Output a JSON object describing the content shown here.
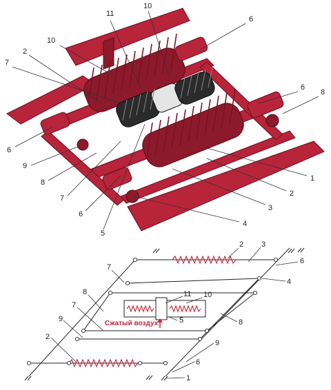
{
  "photo_labels": {
    "l11": "11",
    "l10a": "10",
    "l10b": "10",
    "l2a": "2",
    "l6a": "6",
    "l7a": "7",
    "l6b": "6",
    "l8a": "8",
    "l6c": "6",
    "l9": "9",
    "l8b": "8",
    "l7b": "7",
    "l6d": "6",
    "l5": "5",
    "l1": "1",
    "l2b": "2",
    "l3": "3",
    "l4": "4"
  },
  "scheme_labels": {
    "s2a": "2",
    "s3": "3",
    "s7a": "7",
    "s6a": "6",
    "s4": "4",
    "s8a": "8",
    "s11": "11",
    "s10": "10",
    "s7b": "7",
    "s9a": "9",
    "s5": "5",
    "s8b": "8",
    "s2b": "2",
    "s9b": "9",
    "s6b": "6",
    "s1": "1"
  },
  "air_label": "Сжатый воздух",
  "colors": {
    "mechanism": "#b8243a",
    "spring_scheme": "#c0283c",
    "air_text": "#c0283c"
  }
}
